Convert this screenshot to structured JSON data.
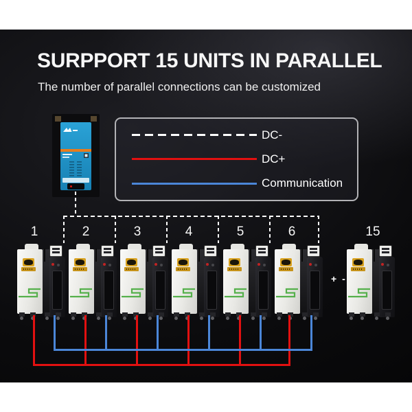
{
  "header": {
    "title": "SURPPORT 15 UNITS IN PARALLEL",
    "subtitle": "The number of parallel connections can be customized"
  },
  "legend": {
    "items": [
      {
        "label": "DC-",
        "line_style": "dashed",
        "color": "#ffffff"
      },
      {
        "label": "DC+",
        "line_style": "solid",
        "color": "#e21010"
      },
      {
        "label": "Communication",
        "line_style": "solid",
        "color": "#4b86d8"
      }
    ]
  },
  "units": {
    "labels": [
      "1",
      "2",
      "3",
      "4",
      "5",
      "6",
      "15"
    ],
    "gap_label": "+ -"
  },
  "colors": {
    "dc_minus": "#ffffff",
    "dc_plus": "#e21010",
    "communication": "#4b86d8",
    "battery_accent_green": "#55b04b",
    "brand_gold": "#d9a21f",
    "inverter_blue": "#1f93c6",
    "inverter_stripe_orange": "#e87c1c"
  },
  "icons": {
    "inverter": "wall-mounted-inverter",
    "brand_logo": "gold-badge-logo",
    "battery": "battery-tower-unit"
  }
}
